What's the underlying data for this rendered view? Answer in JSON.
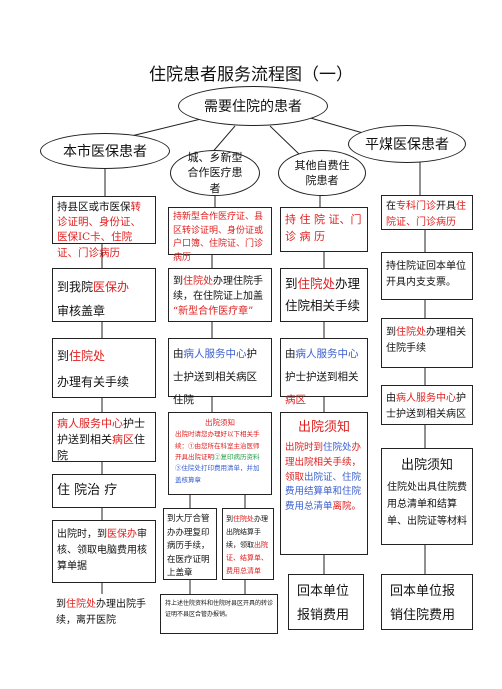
{
  "title": "住院患者服务流程图（一）",
  "top": "需要住院的患者",
  "categories": {
    "city": "本市医保患者",
    "rural": "城、乡新型合作医疗患者",
    "self": "其他自费住院患者",
    "poor": "平煤医保患者"
  },
  "col1": {
    "r1a": "持县区或市医保",
    "r1b": "转诊证明、身份证、医保IC卡、住院证、门诊病历",
    "r2a": "到我院",
    "r2b": "医保办",
    "r2c": "审核盖章",
    "r3a": "到",
    "r3b": "住院处",
    "r3c": "办理有关手续",
    "r4a": "病人服务中心",
    "r4b": "护士护送到相关",
    "r4c": "病区",
    "r4d": "住院",
    "r5": "住 院治 疗",
    "r6a": "出院时，到",
    "r6b": "医保办",
    "r6c": "审核、领取电脑费用核算单据",
    "r7a": "到",
    "r7b": "住院处",
    "r7c": "办理出院手续，离开医院"
  },
  "col2": {
    "r1a": "持新型合作医疗证、县区转诊证明、身份证或户口簿、住院证、门诊病历",
    "r2a": "到",
    "r2b": "住院处",
    "r2c": "办理住院手续，在住院证上加盖",
    "r2d": "“新型合作医疗章”",
    "r3a": "由",
    "r3b": "病人服务中心",
    "r3c": "护士护送到相关",
    "r3d": "病区",
    "r3e": "住院",
    "r4title": "出院须知",
    "r4a": "出院时请您办理好以下相关手续：",
    "r4b": "①由您所在科室主治医师开具出院证明",
    "r4c": "②复印病历资料",
    "r4d": "③住院处打印费用清单，并加盖核算章",
    "r5l": "到大厅合管办办理复印病历手续，在医疗证明上盖章",
    "r5r_a": "到",
    "r5r_b": "住院处",
    "r5r_c": "办理出院结算手续，领取",
    "r5r_d": "出院证、结算单、费用总清单",
    "r6": "持上述住院资料和住院时县区开具的转诊证明不县区合管办报销。"
  },
  "col3": {
    "r1": "持 住 院 证、门 诊 病 历",
    "r2a": "到",
    "r2b": "住院处",
    "r2c": "办理住院相关手续",
    "r3a": "由",
    "r3b": "病人服务中心",
    "r3c": "护士护送到相关",
    "r3d": "病区",
    "r4title": "出院须知",
    "r4a": "出院时到",
    "r4b": "住院处",
    "r4c": "办理出院相关手续，领取",
    "r4d": "出院证、住院费用结算单和住院费用总清单",
    "r4e": "离院。",
    "r5": "回本单位报销费用"
  },
  "col4": {
    "r1a": "在",
    "r1b": "专科门诊",
    "r1c": "开具",
    "r1d": "住院证、门诊病历",
    "r2a": "持住院证回本单位开具内支支票。",
    "r3a": "到",
    "r3b": "住院处",
    "r3c": "办理相关住院手续",
    "r4a": "由",
    "r4b": "病人服务中心",
    "r4c": "护士护送到相关病区",
    "r5title": "出院须知",
    "r5": "住院处出具住院费用总清单和结算单、出院证等材料",
    "r6": "回本单位报销住院费用"
  }
}
